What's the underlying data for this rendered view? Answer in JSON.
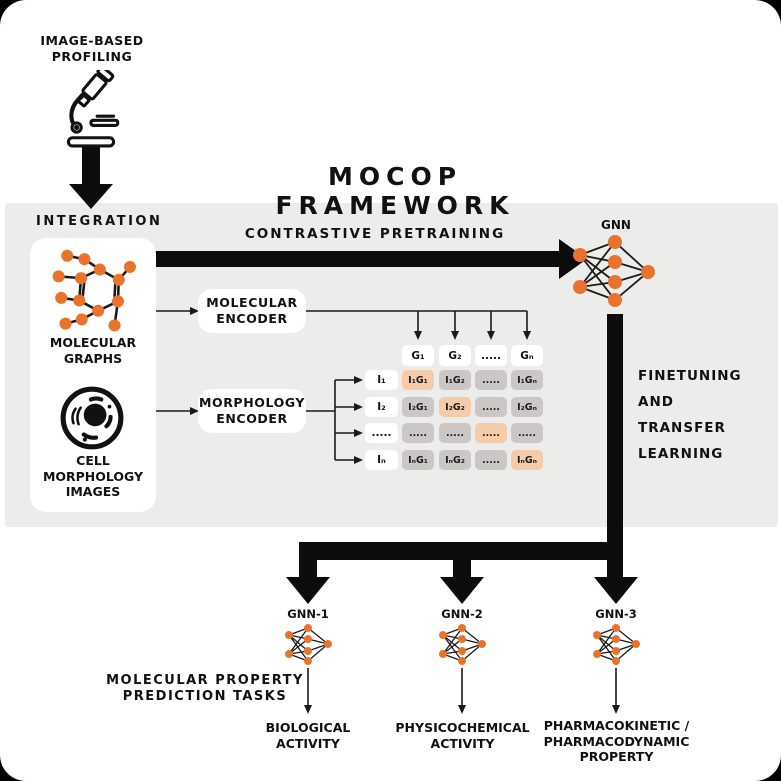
{
  "page": {
    "profiling_label": "IMAGE-BASED PROFILING",
    "title": "MOCOP FRAMEWORK"
  },
  "framework": {
    "integration_label": "INTEGRATION",
    "molecular_graphs_label": "MOLECULAR GRAPHS",
    "cell_morphology_label": "CELL MORPHOLOGY IMAGES",
    "contrastive_label": "CONTRASTIVE PRETRAINING",
    "gnn_label": "GNN",
    "molecular_encoder_label": "MOLECULAR ENCODER",
    "morphology_encoder_label": "MORPHOLOGY ENCODER",
    "finetuning_label": "FINETUNING AND TRANSFER LEARNING"
  },
  "matrix": {
    "col_headers": [
      "G₁",
      "G₂",
      ".....",
      "Gₙ"
    ],
    "rows": [
      {
        "label": "I₁",
        "cells": [
          "I₁G₁",
          "I₁G₂",
          ".....",
          "I₁Gₙ"
        ]
      },
      {
        "label": "I₂",
        "cells": [
          "I₂G₁",
          "I₂G₂",
          ".....",
          "I₂Gₙ"
        ]
      },
      {
        "label": ".....",
        "cells": [
          ".....",
          ".....",
          ".....",
          "....."
        ]
      },
      {
        "label": "Iₙ",
        "cells": [
          "IₙG₁",
          "IₙG₂",
          ".....",
          "IₙGₙ"
        ]
      }
    ],
    "highlight_diagonal": true
  },
  "downstream": {
    "tasks_label": "MOLECULAR PROPERTY PREDICTION TASKS",
    "models": [
      {
        "label": "GNN-1",
        "task": "BIOLOGICAL ACTIVITY"
      },
      {
        "label": "GNN-2",
        "task": "PHYSICOCHEMICAL ACTIVITY"
      },
      {
        "label": "GNN-3",
        "task": "PHARMACOKINETIC / PHARMACODYNAMIC PROPERTY"
      }
    ]
  },
  "colors": {
    "accent_orange": "#E9732C",
    "matrix_highlight": "#F6CBA9",
    "matrix_cell_gray": "#CAC7C4",
    "framework_bg": "#ECECEB"
  }
}
